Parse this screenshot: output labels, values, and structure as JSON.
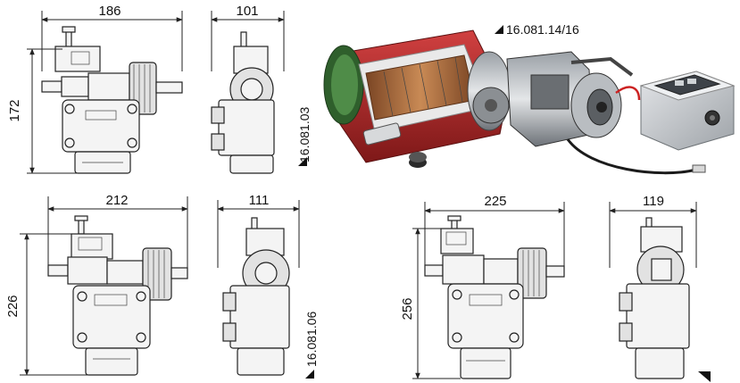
{
  "pump_a": {
    "front_width": "186",
    "side_width": "101",
    "height": "172",
    "code": "16.081.03"
  },
  "pump_b": {
    "front_width": "212",
    "side_width": "111",
    "height": "226",
    "code": "16.081.06"
  },
  "pump_c": {
    "front_width": "225",
    "side_width": "119",
    "height": "256"
  },
  "photo": {
    "code": "16.081.14/16"
  },
  "colors": {
    "motor_housing": "#b42a2a",
    "rotor_copper": "#a8663a",
    "stator_green": "#3f7a3a",
    "control_box": "#c9ccd0"
  }
}
